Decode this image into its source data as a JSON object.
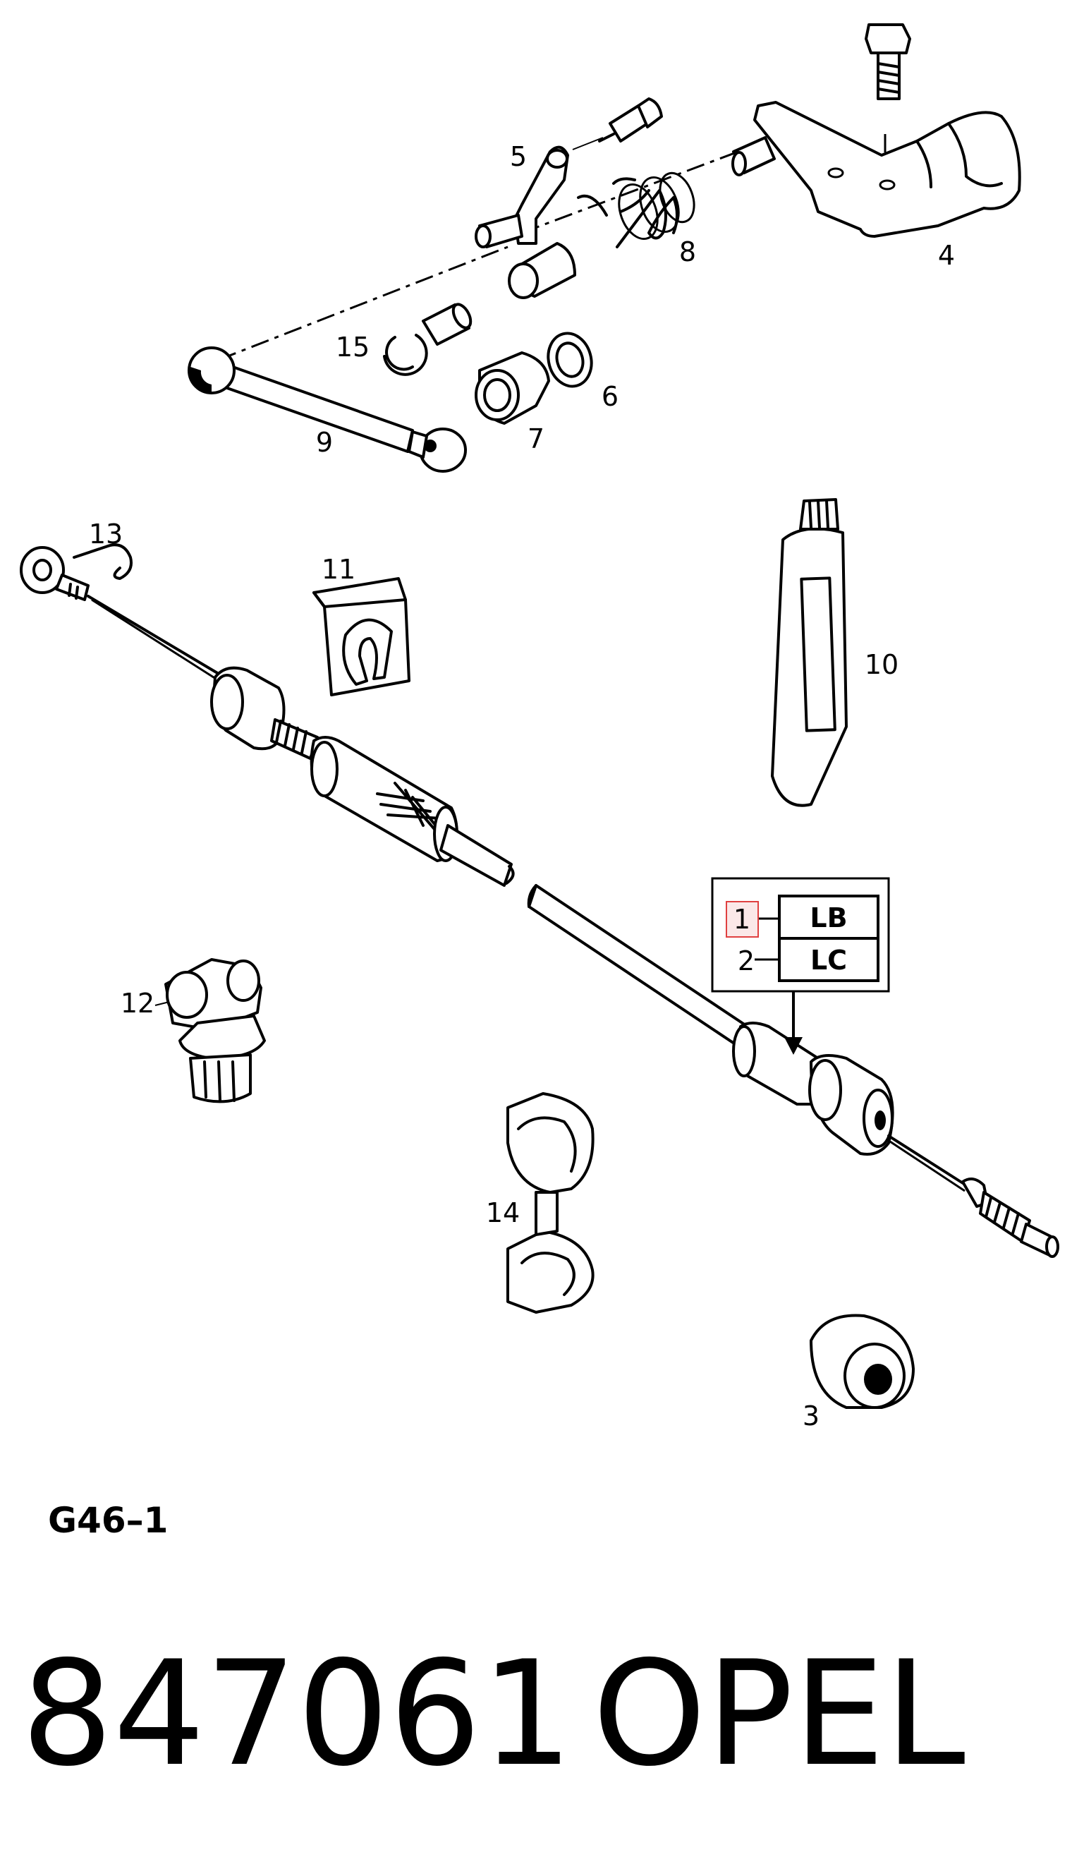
{
  "diagram_code": "G46–1",
  "part_number": "847061",
  "brand": "OPEL",
  "callouts": {
    "c1": "1",
    "c2": "2",
    "c3": "3",
    "c4": "4",
    "c5": "5",
    "c6": "6",
    "c7": "7",
    "c8": "8",
    "c9": "9",
    "c10": "10",
    "c11": "11",
    "c12": "12",
    "c13": "13",
    "c14": "14",
    "c15": "15"
  },
  "variant_table": [
    {
      "index": "1",
      "code": "LB",
      "highlighted": true
    },
    {
      "index": "2",
      "code": "LC",
      "highlighted": false
    }
  ],
  "colors": {
    "line": "#000000",
    "background": "#ffffff",
    "highlight": "#e04040"
  }
}
